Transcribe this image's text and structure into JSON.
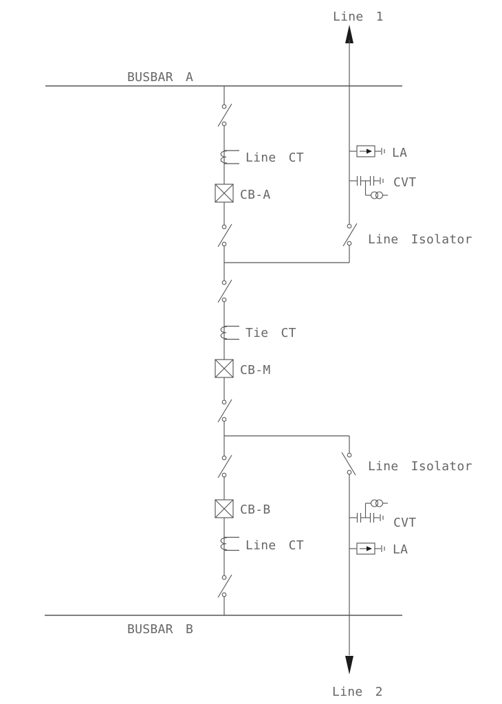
{
  "colors": {
    "line": "#555555",
    "text": "#666666",
    "arrow": "#1c1c1c",
    "background": "#ffffff"
  },
  "feeder_top": {
    "name": "Line 1"
  },
  "feeder_bottom": {
    "name": "Line 2"
  },
  "busbar_top": {
    "name": "BUSBAR A"
  },
  "busbar_bottom": {
    "name": "BUSBAR B"
  },
  "bay_top": {
    "ct_label": "Line CT",
    "breaker_label": "CB-A"
  },
  "line1_branch": {
    "arrester_label": "LA",
    "cvt_label": "CVT",
    "isolator_label": "Line Isolator"
  },
  "tie_section": {
    "ct_label": "Tie CT",
    "breaker_label": "CB-M"
  },
  "line2_branch": {
    "isolator_label": "Line Isolator",
    "cvt_label": "CVT",
    "arrester_label": "LA"
  },
  "bay_bottom": {
    "breaker_label": "CB-B",
    "ct_label": "Line CT"
  }
}
